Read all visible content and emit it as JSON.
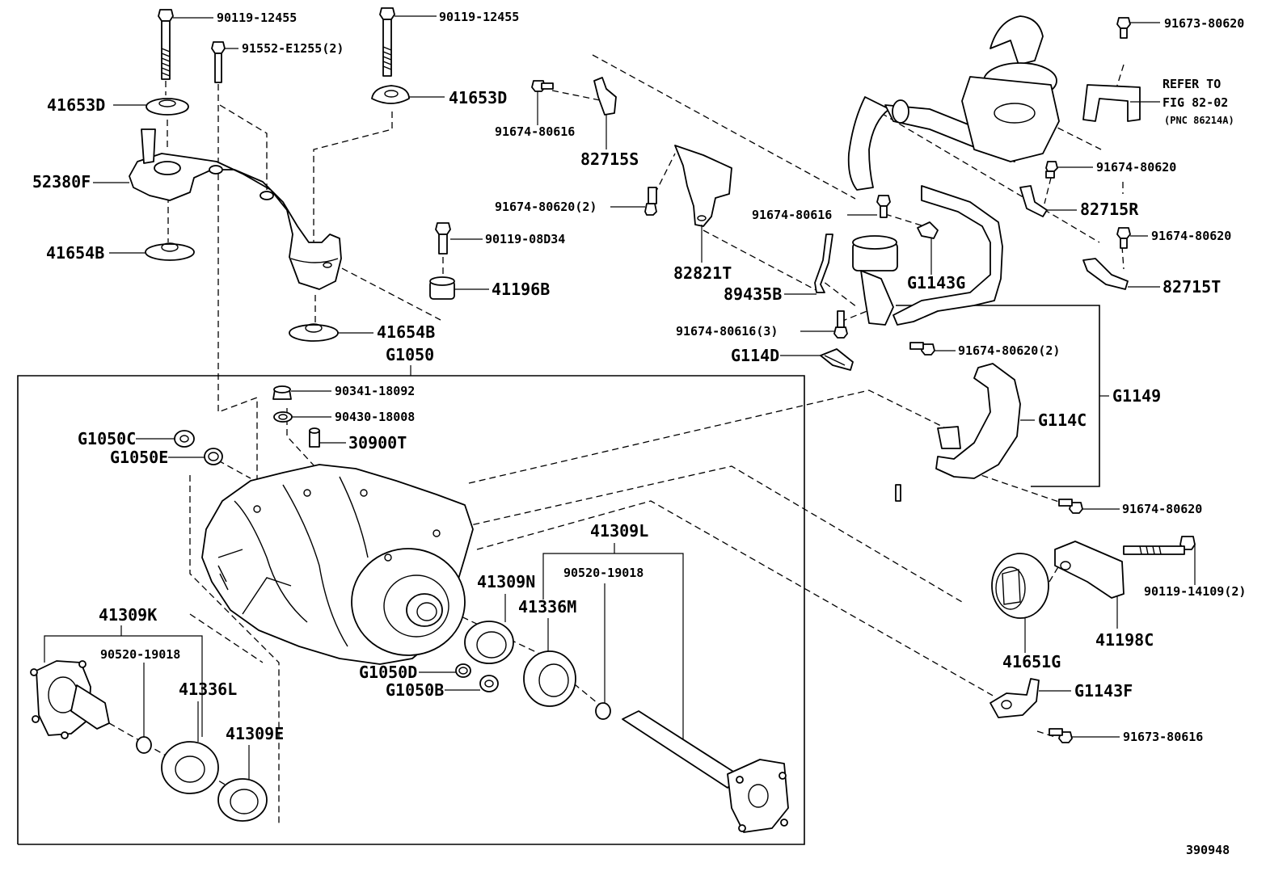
{
  "diagram_id": "390948",
  "callouts": {
    "c1": "90119-12455",
    "c2": "90119-12455",
    "c3": "91552-E1255(2)",
    "c4": "41653D",
    "c5": "41653D",
    "c6": "52380F",
    "c7": "41654B",
    "c8": "41654B",
    "c9": "90119-08D34",
    "c10": "41196B",
    "c11": "G1050",
    "c12": "91674-80616",
    "c13": "82715S",
    "c14": "91674-80620(2)",
    "c15": "82821T",
    "c16": "91673-80620",
    "c17": "REFER TO",
    "c18": "FIG 82-02",
    "c19": "(PNC 86214A)",
    "c20": "91674-80620",
    "c21": "91674-80616",
    "c22": "82715R",
    "c23": "91674-80620",
    "c24": "G1143G",
    "c25": "89435B",
    "c26": "82715T",
    "c27": "91674-80616(3)",
    "c28": "91674-80620(2)",
    "c29": "G114D",
    "c30": "G1149",
    "c31": "G114C",
    "c32": "90341-18092",
    "c33": "90430-18008",
    "c34": "30900T",
    "c35": "G1050C",
    "c36": "G1050E",
    "c37": "91674-80620",
    "c38": "41309L",
    "c39": "90520-19018",
    "c40": "41309N",
    "c41": "41336M",
    "c42": "41309K",
    "c43": "90520-19018",
    "c44": "41336L",
    "c45": "41309E",
    "c46": "G1050D",
    "c47": "G1050B",
    "c48": "90119-14109(2)",
    "c49": "41198C",
    "c50": "41651G",
    "c51": "G1143F",
    "c52": "91673-80616"
  }
}
